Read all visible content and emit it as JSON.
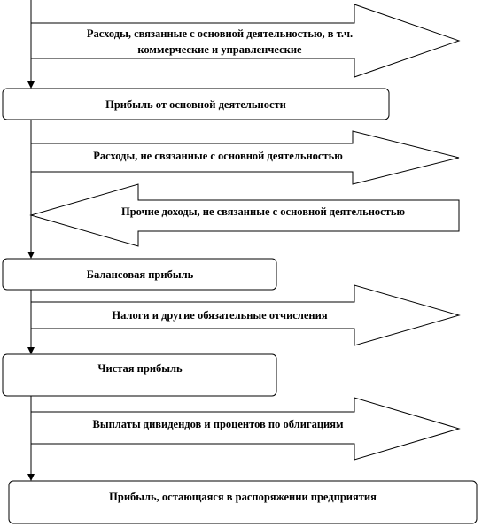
{
  "flow": {
    "arrow_1": {
      "line1": "Расходы, связанные с основной деятельностью, в т.ч.",
      "line2": "коммерческие и управленческие"
    },
    "box_1": "Прибыль от основной деятельности",
    "arrow_2": "Расходы, не связанные с основной деятельностью",
    "arrow_3": "Прочие доходы, не связанные с основной деятельностью",
    "box_2": "Балансовая прибыль",
    "arrow_4": "Налоги и другие обязательные отчисления",
    "box_3": "Чистая прибыль",
    "arrow_5": "Выплаты дивидендов и процентов по облигациям",
    "box_4": "Прибыль, остающаяся в распоряжении предприятия"
  }
}
